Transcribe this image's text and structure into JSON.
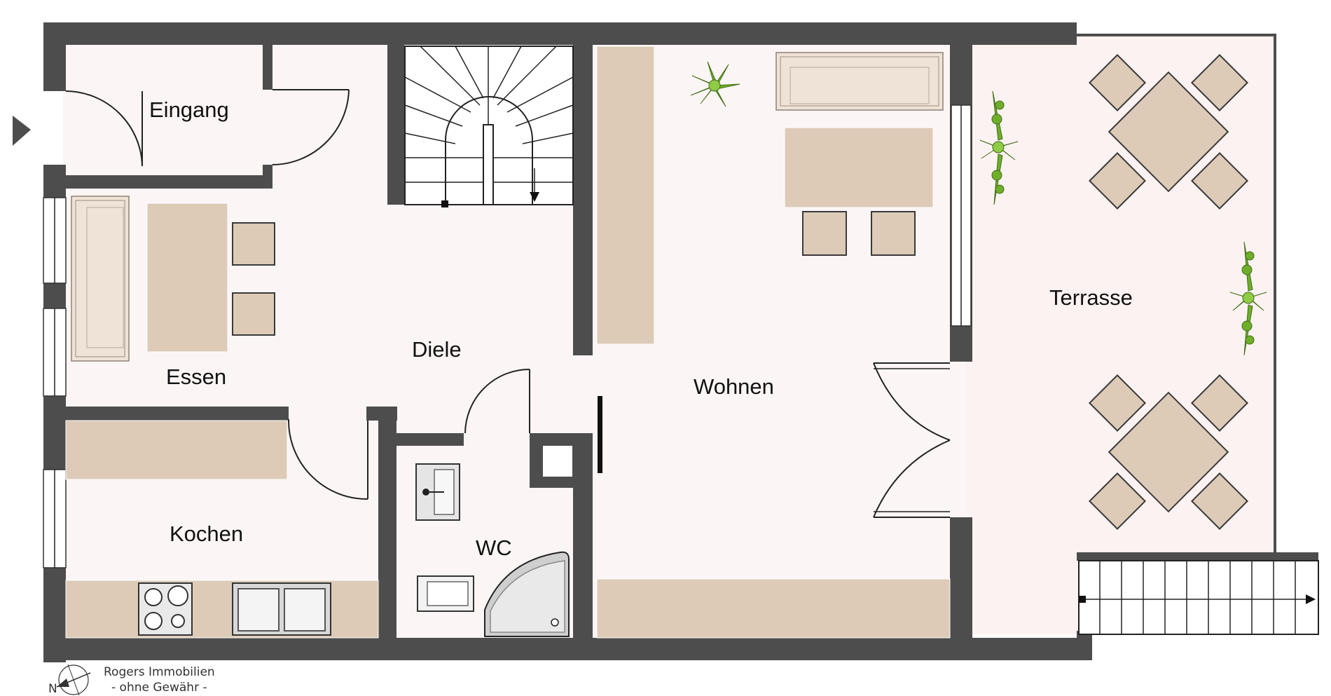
{
  "rooms": {
    "eingang": "Eingang",
    "essen": "Essen",
    "diele": "Diele",
    "wohnen": "Wohnen",
    "terrasse": "Terrasse",
    "kochen": "Kochen",
    "wc": "WC"
  },
  "footer": {
    "company": "Rogers Immobilien",
    "disclaimer": "- ohne Gewähr -",
    "north_label": "N"
  },
  "colors": {
    "wall": "#4d4d4e",
    "floor": "#fcf5f5",
    "furniture": "#ddcbb8",
    "plants": "#6fae2a"
  }
}
